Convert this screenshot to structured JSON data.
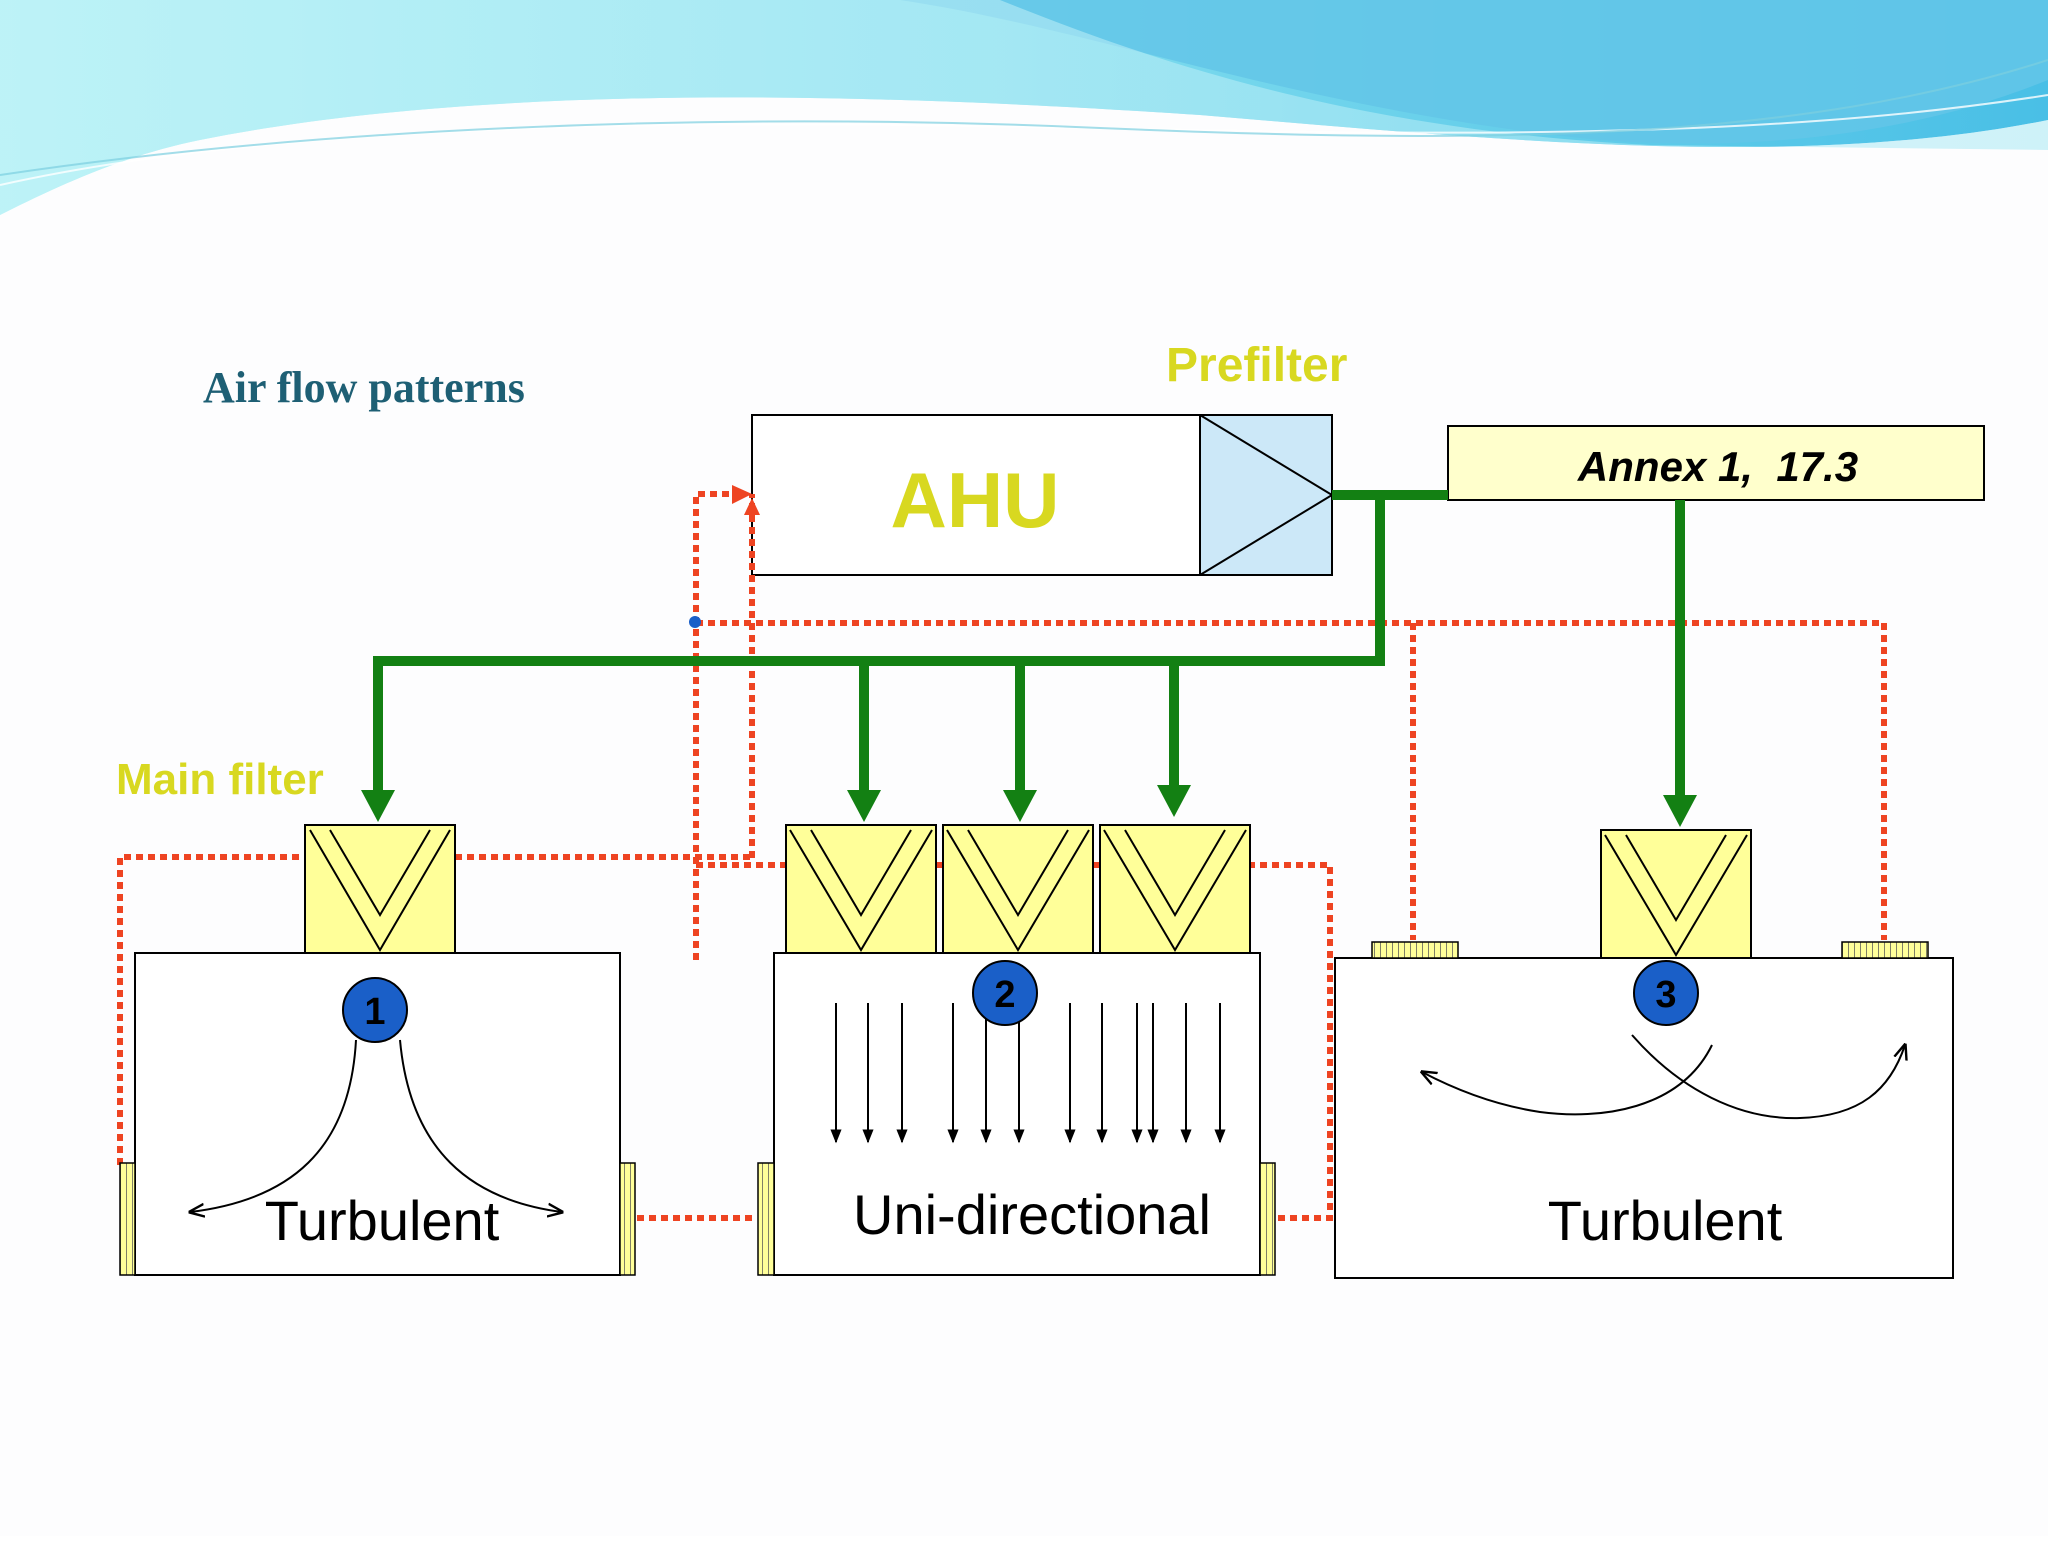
{
  "slide": {
    "title": "Air flow patterns"
  },
  "diagram": {
    "prefilter_label": "Prefilter",
    "ahu_label": "AHU",
    "annex_label": "Annex 1,  17.3",
    "main_filter_label": "Main filter",
    "rooms": [
      {
        "number": "1",
        "label": "Turbulent"
      },
      {
        "number": "2",
        "label": "Uni-directional"
      },
      {
        "number": "3",
        "label": "Turbulent"
      }
    ]
  },
  "colors": {
    "title": "#1e5f74",
    "yellow_label": "#d8d820",
    "supply_green": "#138013",
    "return_red": "#ee4422",
    "filter_fill": "#ffff99",
    "prefilter_fill": "#cce8f8",
    "badge_blue": "#1a5fc8",
    "banner_light": "#b8f0f6",
    "banner_dark": "#5cc8e8"
  }
}
